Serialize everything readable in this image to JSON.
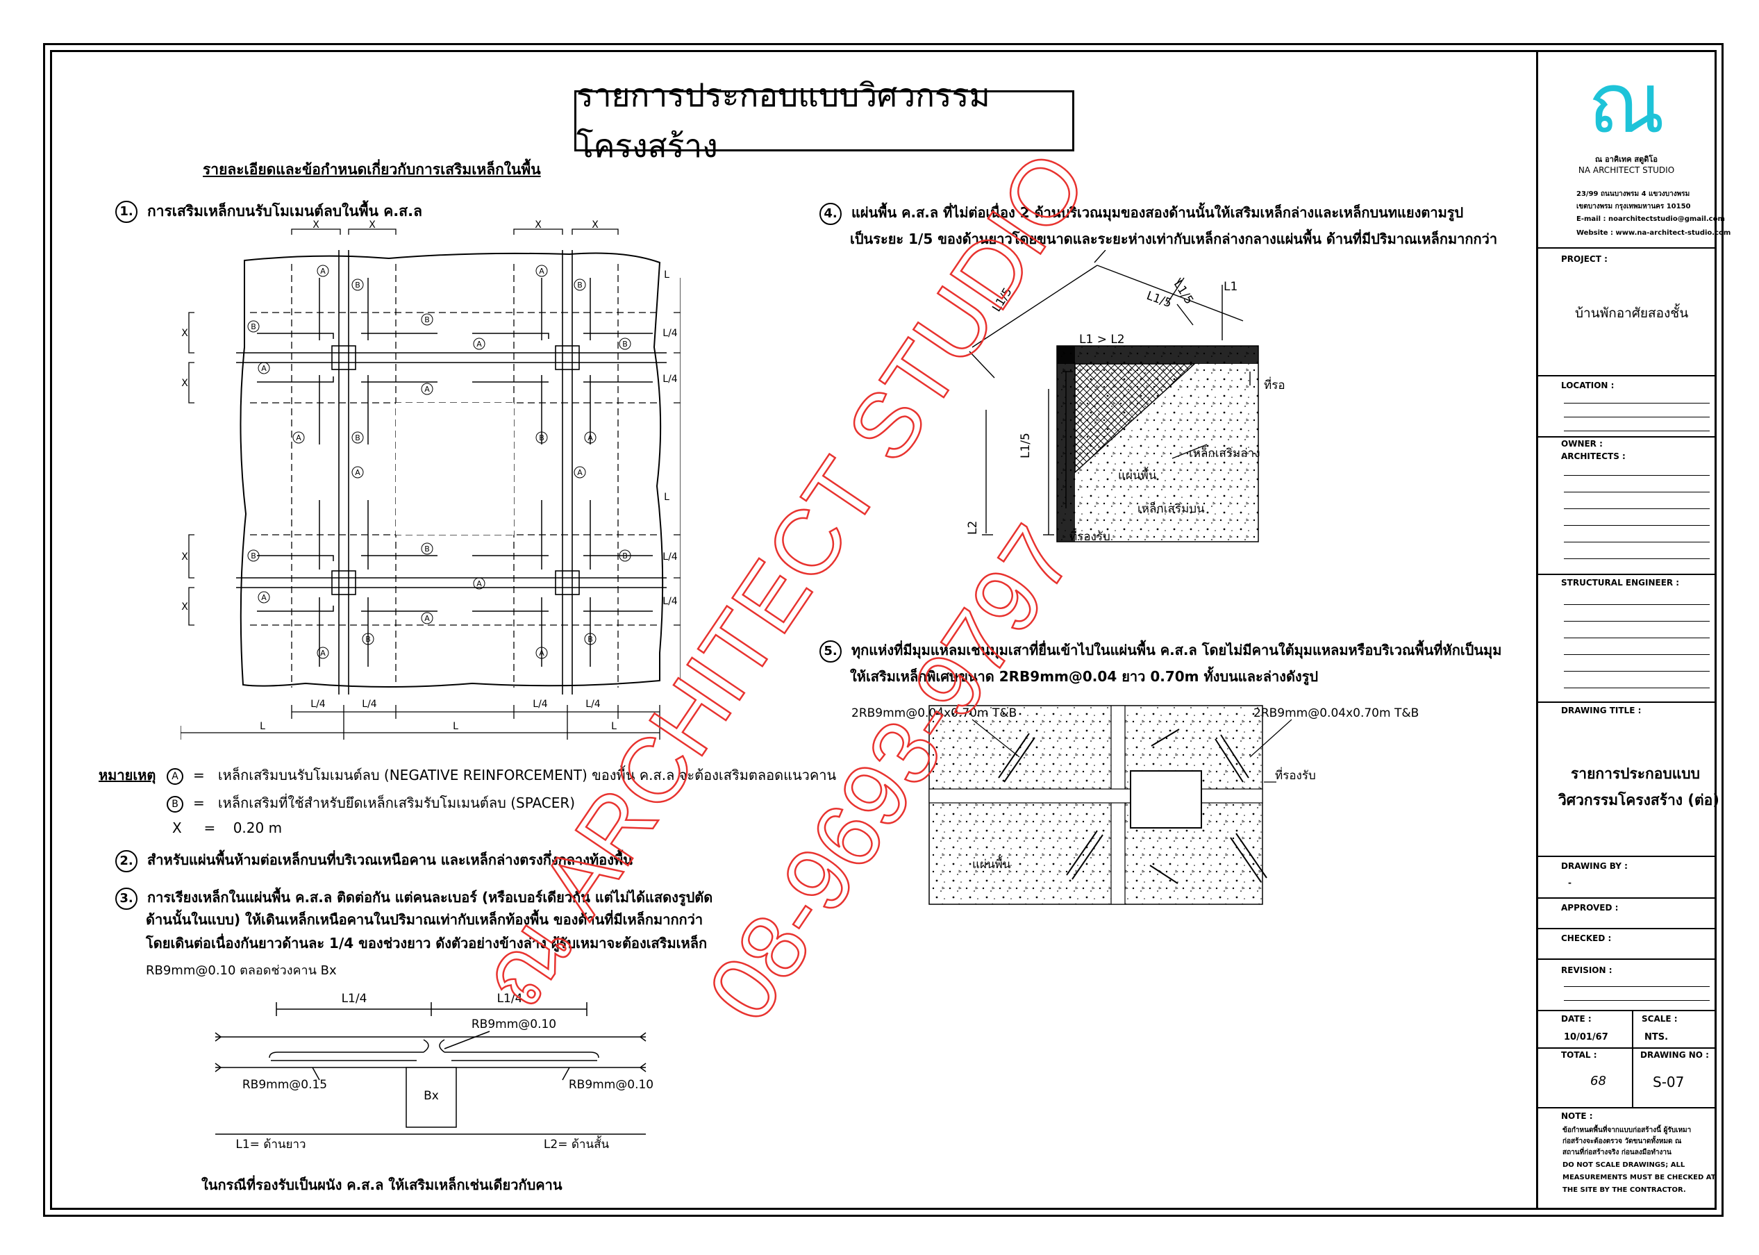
{
  "title": "รายการประกอบแบบวิศวกรรมโครงสร้าง",
  "subtitle": "รายละเอียดและข้อกำหนดเกี่ยวกับการเสริมเหล็กในพื้น",
  "items": [
    {
      "num": "1.",
      "text": "การเสริมเหล็กบนรับโมเมนต์ลบในพื้น ค.ส.ล"
    },
    {
      "num": "2.",
      "text": "สำหรับแผ่นพื้นห้ามต่อเหล็กบนที่บริเวณเหนือคาน และเหล็กล่างตรงกึ่งกลางท้องพื้น"
    },
    {
      "num": "3.",
      "lines": [
        "การเรียงเหล็กในแผ่นพื้น ค.ส.ล ติดต่อกัน แต่คนละเบอร์ (หรือเบอร์เดียวกัน แต่ไม่ได้แสดงรูปตัด",
        "ด้านนั้นในแบบ)  ให้เดินเหล็กเหนือคานในปริมาณเท่ากับเหล็กท้องพื้น  ของด้านที่มีเหล็กมากกว่า",
        "โดยเดินต่อเนื่องกันยาวด้านละ 1/4 ของช่วงยาว  ดังตัวอย่างข้างล่าง  ผู้รับเหมาจะต้องเสริมเหล็ก",
        "RB9mm@0.10  ตลอดช่วงคาน Bx"
      ]
    },
    {
      "num": "4.",
      "lines": [
        "แผ่นพื้น ค.ส.ล ที่ไม่ต่อเนื่อง 2  ด้านบริเวณมุมของสองด้านนั้นให้เสริมเหล็กล่างและเหล็กบนทแยงตามรูป",
        "เป็นระยะ 1/5  ของด้านยาวโดยขนาดและระยะห่างเท่ากับเหล็กล่างกลางแผ่นพื้น  ด้านที่มีปริมาณเหล็กมากกว่า"
      ]
    },
    {
      "num": "5.",
      "lines": [
        "ทุกแห่งที่มีมุมแหลมเช่นมุมเสาที่ยื่นเข้าไปในแผ่นพื้น ค.ส.ล  โดยไม่มีคานใต้มุมแหลมหรือบริเวณพื้นที่หักเป็นมุม",
        "ให้เสริมเหล็กพิเศษขนาด  2RB9mm@0.04  ยาว 0.70m  ทั้งบนและล่างดังรูป"
      ]
    }
  ],
  "notes": {
    "label": "หมายเหตุ",
    "a_sym": "A",
    "a_text": "เหล็กเสริมบนรับโมเมนต์ลบ (NEGATIVE REINFORCEMENT) ของพื้น ค.ส.ล จะต้องเสริมตลอดแนวคาน",
    "b_sym": "B",
    "b_text": "เหล็กเสริมที่ใช้สำหรับยึดเหล็กเสริมรับโมเมนต์ลบ (SPACER)",
    "x_sym": "X",
    "x_text": "0.20  m",
    "eq": "="
  },
  "fig1": {
    "x": "X",
    "l": "L",
    "l4": "L/4",
    "a": "A",
    "b": "B"
  },
  "fig3": {
    "l14": "L1/4",
    "rb10_top": "RB9mm@0.10",
    "rb15": "RB9mm@0.15",
    "rb10_right": "RB9mm@0.10",
    "bx": "Bx",
    "l1": "L1=  ด้านยาว",
    "l2": "L2=  ด้านสั้น",
    "caption": "ในกรณีที่รองรับเป็นผนัง ค.ส.ล  ให้เสริมเหล็กเช่นเดียวกับคาน"
  },
  "fig4": {
    "l15": "L1/5",
    "l1": "L1",
    "l2": "L2",
    "l1l2": "L1 > L2",
    "support": "ที่รองรับ",
    "bottom_bar": "เหล็กเสริมล่าง",
    "slab": "แผ่นพื้น",
    "top_bar": "เหล็กเสริมบน",
    "support2": "ที่รองรับ"
  },
  "fig5": {
    "rb_left": "2RB9mm@0.04x0.70m  T&B",
    "rb_right": "2RB9mm@0.04x0.70m  T&B",
    "support": "ที่รองรับ",
    "slab": "แผ่นพื้น"
  },
  "logo": {
    "mark": "ณ",
    "name_th": "ณ อาคิเทค สตูดิโอ",
    "name_en": "NA ARCHITECT STUDIO",
    "addr1": "23/99  ถนนบางพรม 4 แขวงบางพรม",
    "addr2": "เขตบางพรม  กรุงเทพมหานคร  10150",
    "email": "E-mail :  noarchitectstudio@gmail.com",
    "web": "Website :  www.na-architect-studio.com"
  },
  "titleblock": {
    "project_label": "PROJECT  :",
    "project": "บ้านพักอาศัยสองชั้น",
    "location_label": "LOCATION  :",
    "owner_label": "OWNER  :",
    "architects_label": "ARCHITECTS  :",
    "structural_label": "STRUCTURAL  ENGINEER  :",
    "drawing_title_label": "DRAWING  TITLE  :",
    "drawing_title_1": "รายการประกอบแบบ",
    "drawing_title_2": "วิศวกรรมโครงสร้าง (ต่อ)",
    "drawn_label": "DRAWING  BY  :",
    "drawn": "-",
    "approved_label": "APPROVED  :",
    "checked_label": "CHECKED  :",
    "revision_label": "REVISION  :",
    "date_label": "DATE  :",
    "scale_label": "SCALE  :",
    "date": "10/01/67",
    "scale": "NTS.",
    "total_label": "TOTAL  :",
    "drawing_no_label": "DRAWING  NO  :",
    "total": "68",
    "drawing_no": "S-07",
    "note_label": "NOTE  :",
    "note_th1": "ข้อกำหนดพื้นที่จากแบบก่อสร้างนี้ ผู้รับเหมา",
    "note_th2": "ก่อสร้างจะต้องตรวจ วัดขนาดทั้งหมด ณ",
    "note_th3": "สถานที่ก่อสร้างจริง ก่อนลงมือทำงาน",
    "note_en1": "DO NOT SCALE DRAWINGS; ALL",
    "note_en2": "MEASUREMENTS MUST BE CHECKED AT",
    "note_en3": "THE SITE BY THE CONTRACTOR."
  },
  "watermark": {
    "line1": "ณ ARCHITECT STUDIO",
    "line2": "08-9693-9797",
    "color": "#e8332f"
  },
  "colors": {
    "logo": "#1ec3d8",
    "watermark": "#e8332f"
  }
}
